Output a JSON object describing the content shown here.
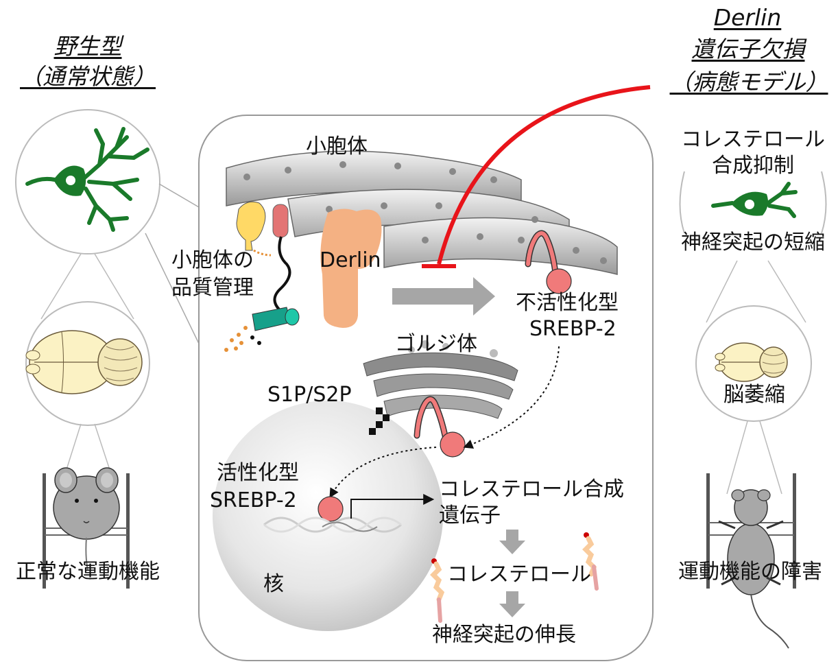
{
  "left_panel": {
    "header_line1": "野生型",
    "header_line2": "（通常状態）",
    "footer": "正常な運動機能"
  },
  "right_panel": {
    "header_line1": "Derlin",
    "header_line2": "遺伝子欠損",
    "header_line3": "（病態モデル）",
    "cholesterol_line1": "コレステロール",
    "cholesterol_line2": "合成抑制",
    "neurite_shortening": "神経突起の短縮",
    "brain_atrophy": "脳萎縮",
    "footer": "運動機能の障害"
  },
  "cell": {
    "er": "小胞体",
    "qc_line1": "小胞体の",
    "qc_line2": "品質管理",
    "derlin": "Derlin",
    "inactive_line1": "不活性化型",
    "inactive_line2": "SREBP-2",
    "golgi": "ゴルジ体",
    "protease": "S1P/S2P",
    "active_line1": "活性化型",
    "active_line2": "SREBP-2",
    "genes_line1": "コレステロール合成",
    "genes_line2": "遺伝子",
    "cholesterol": "コレステロール",
    "neurite_extension": "神経突起の伸長",
    "nucleus": "核"
  },
  "colors": {
    "inhibition": "#e8141a",
    "neuron": "#1a7a2a",
    "srebp": "#f07a7a",
    "derlin": "#f4b183",
    "arrow": "#a6a6a6"
  }
}
